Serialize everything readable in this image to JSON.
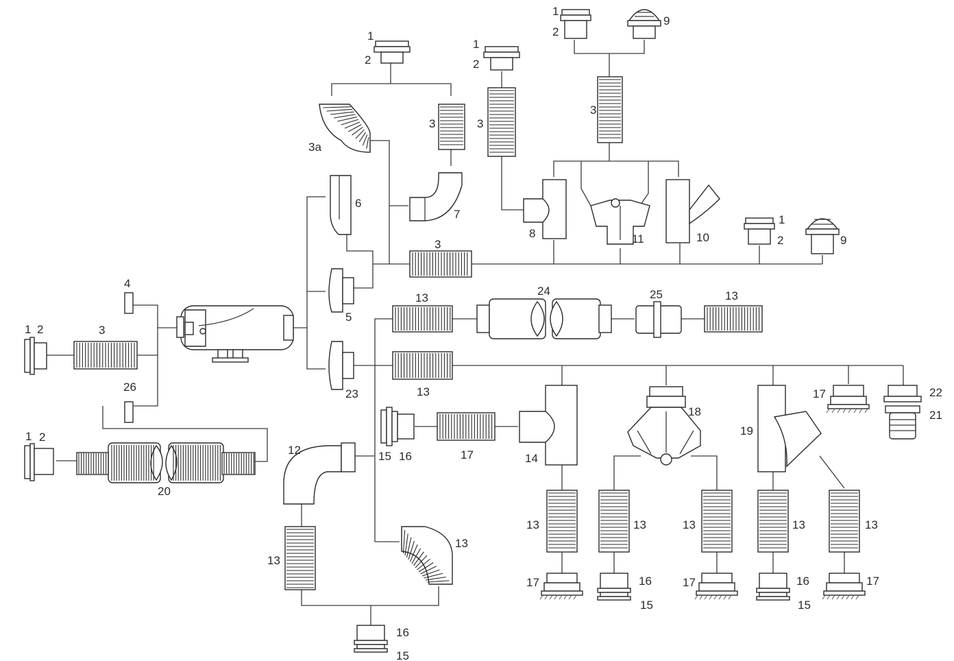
{
  "callouts": {
    "g_1": "1",
    "g_2": "2",
    "g_3": "3",
    "g_4": "4",
    "g_26": "26",
    "g_20": "20",
    "tl_1": "1",
    "tl_2": "2",
    "tl_3": "3",
    "tr_1": "1",
    "tr_2": "2",
    "tr_9": "9",
    "tr_3": "3",
    "top_1": "1",
    "top_2": "2",
    "top_3": "3",
    "top_3a": "3a",
    "top_7": "7",
    "p6": "6",
    "p5": "5",
    "p23": "23",
    "m3": "3",
    "m8": "8",
    "m11": "11",
    "m10": "10",
    "m1": "1",
    "m2": "2",
    "m9": "9",
    "r13a": "13",
    "r24": "24",
    "r25": "25",
    "r13b": "13",
    "s13": "13",
    "s17": "17",
    "s22": "22",
    "s21": "21",
    "t15": "15",
    "t16": "16",
    "t17": "17",
    "t14": "14",
    "t12": "12",
    "t18": "18",
    "t19": "19",
    "b13a": "13",
    "b13_1": "13",
    "b13_2": "13",
    "b13_3": "13",
    "b13_4": "13",
    "b13_5": "13",
    "b13_6": "13",
    "b17_1": "17",
    "b16_1": "16",
    "b15_1": "15",
    "b17_2": "17",
    "b16_2": "16",
    "b15_2": "15",
    "b17_3": "17",
    "bot16": "16",
    "bot15": "15",
    "lone1": "1",
    "lone2": "2"
  }
}
